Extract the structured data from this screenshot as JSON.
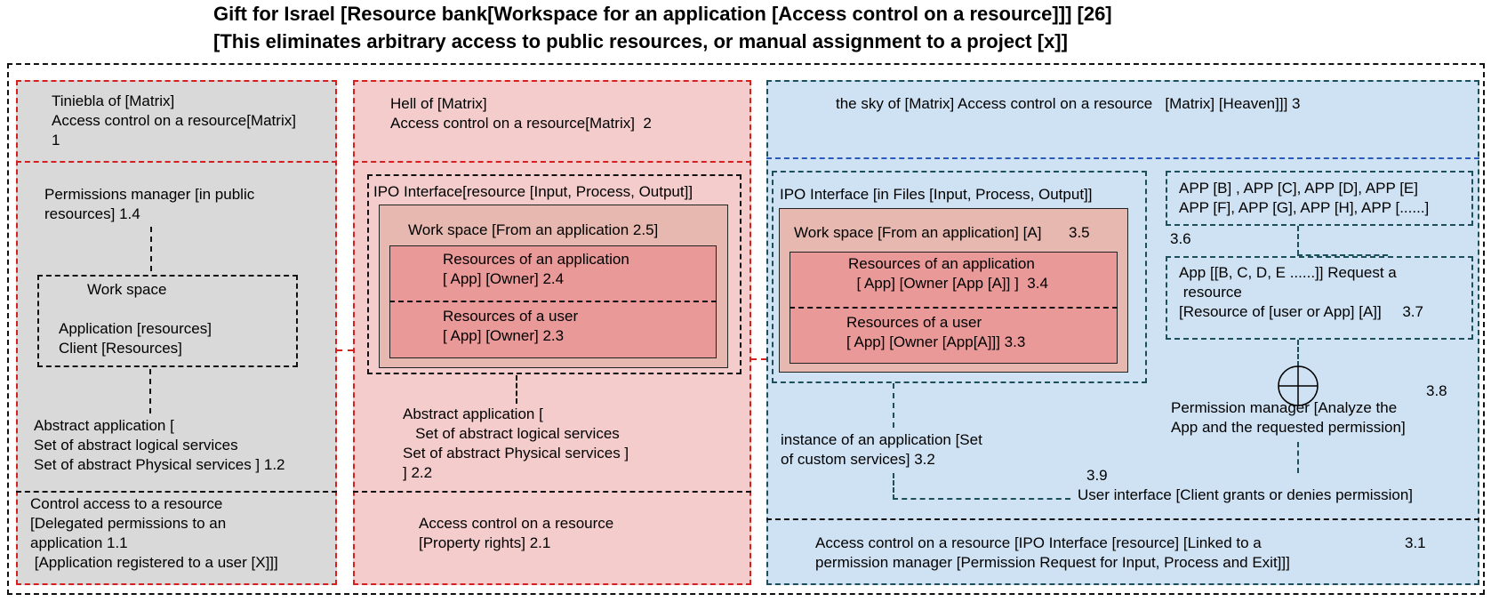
{
  "title": {
    "line1": "Gift for Israel [Resource bank[Workspace for an application [Access control on a resource]]] [26]",
    "line2": "[This eliminates arbitrary access to public resources, or manual assignment to a project [x]]"
  },
  "colors": {
    "grey_panel": "#d9d9d9",
    "pink_panel": "#f4cccc",
    "blue_panel": "#cfe2f3",
    "workspace_fill": "#e6b8af",
    "resource_fill": "#ea9999",
    "red_dash": "#d62020",
    "teal_dash": "#1d4f5a"
  },
  "left": {
    "header": "Tiniebla of [Matrix]\nAccess control on a resource[Matrix]\n1",
    "permissions": "Permissions manager [in public\nresources] 1.4",
    "workspace_title": "Work space",
    "workspace_body": "Application [resources]\nClient [Resources]",
    "abstract": "Abstract application [\nSet of abstract logical services\nSet of abstract Physical services ] 1.2",
    "footer": "Control access to a resource\n[Delegated permissions to an\napplication 1.1\n [Application registered to a user [X]]]"
  },
  "middle": {
    "header": "Hell of [Matrix]\nAccess control on a resource[Matrix]  2",
    "ipo": "IPO Interface[resource [Input, Process, Output]]",
    "workspace": "Work space [From an application 2.5]",
    "res_app": "Resources of an application\n[ App] [Owner] 2.4",
    "res_user": "Resources of a user\n[ App] [Owner] 2.3",
    "abstract": "Abstract application [\n   Set of abstract logical services\nSet of abstract Physical services ]\n] 2.2",
    "footer": "Access control on a resource\n[Property rights] 2.1"
  },
  "right": {
    "header": "the sky of [Matrix] Access control on a resource   [Matrix] [Heaven]]] 3",
    "ipo": "IPO Interface [in Files [Input, Process, Output]]",
    "workspace": "Work space [From an application] [A]",
    "workspace_num": "3.5",
    "res_app": "Resources of an application\n  [ App] [Owner [App [A]] ]  3.4",
    "res_user": "Resources of a user\n[ App] [Owner [App[A]]] 3.3",
    "apps": "APP [B] , APP [C], APP [D], APP [E]\nAPP [F], APP [G], APP [H], APP [......]",
    "apps_num": "3.6",
    "request": "App [[B, C, D, E ......]] Request a\n resource\n[Resource of [user or App] [A]]     3.7",
    "num_38": "3.8",
    "perm_manager": "Permission manager [Analyze the\nApp and the requested permission]",
    "instance": "instance of an application [Set\nof custom services] 3.2",
    "num_39": "3.9",
    "user_interface": "User interface [Client grants or denies permission]",
    "footer": "Access control on a resource [IPO Interface [resource] [Linked to a\npermission manager [Permission Request for Input, Process and Exit]]]",
    "footer_num": "3.1"
  }
}
